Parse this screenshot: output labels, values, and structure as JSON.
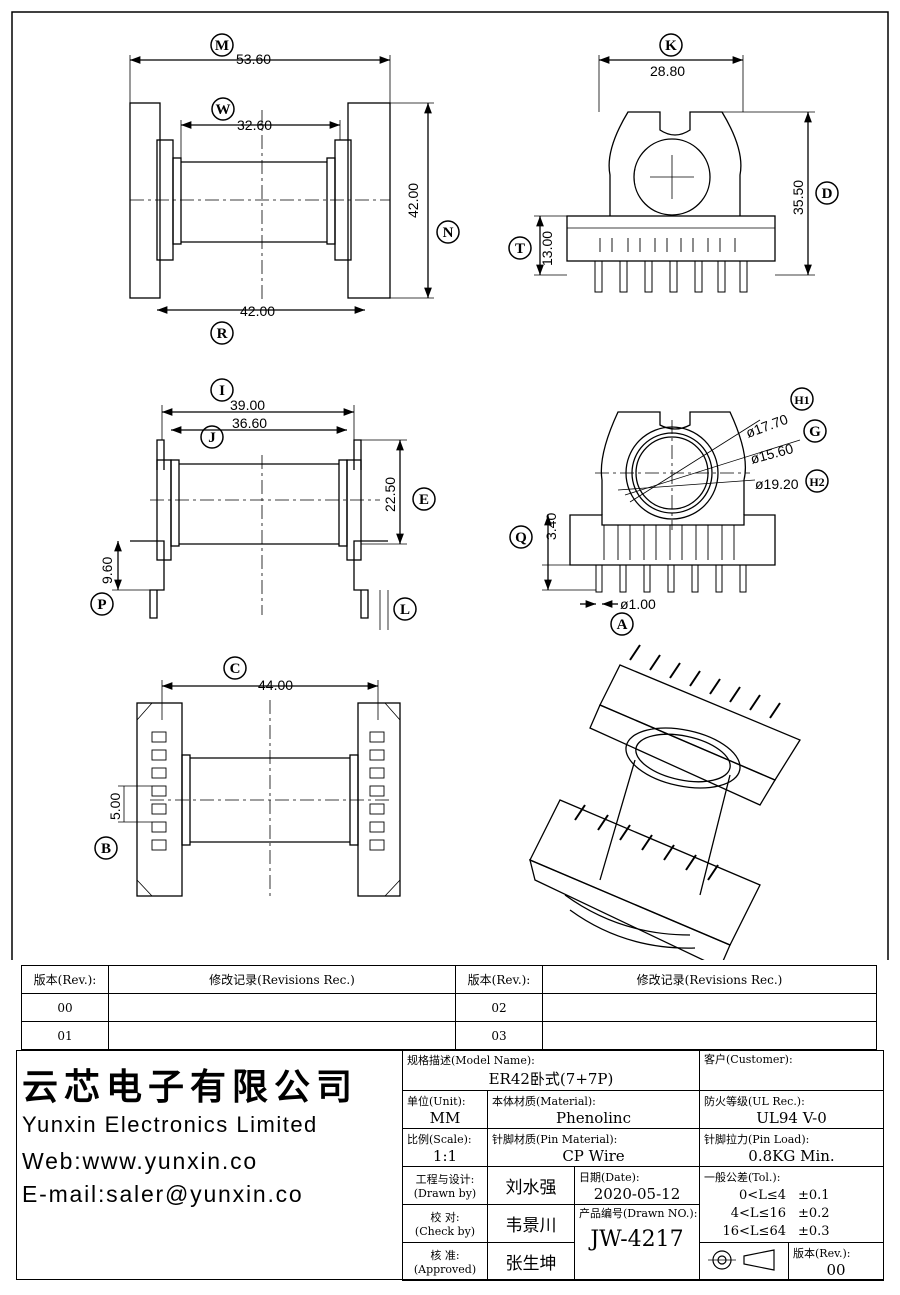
{
  "dimensions": {
    "M": "53.60",
    "W": "32.60",
    "N": "42.00",
    "R": "42.00",
    "K": "28.80",
    "D": "35.50",
    "T": "13.00",
    "I": "39.00",
    "J": "36.60",
    "E": "22.50",
    "P": "9.60",
    "H1": "ø17.70",
    "G": "ø15.60",
    "H2": "ø19.20",
    "Q": "3.40",
    "A": "ø1.00",
    "C": "44.00",
    "B": "5.00"
  },
  "labels": {
    "M": "M",
    "W": "W",
    "N": "N",
    "R": "R",
    "K": "K",
    "D": "D",
    "T": "T",
    "I": "I",
    "J": "J",
    "E": "E",
    "P": "P",
    "L": "L",
    "H1": "H1",
    "G": "G",
    "H2": "H2",
    "Q": "Q",
    "A": "A",
    "C": "C",
    "B": "B"
  },
  "revisions": {
    "header_rev": "版本(Rev.):",
    "header_rec": "修改记录(Revisions Rec.)",
    "rows": [
      {
        "left_rev": "00",
        "right_rev": "02"
      },
      {
        "left_rev": "01",
        "right_rev": "03"
      }
    ]
  },
  "company": {
    "name_cn": "云芯电子有限公司",
    "name_en": "Yunxin Electronics Limited",
    "web": "Web:www.yunxin.co",
    "email": "E-mail:saler@yunxin.co"
  },
  "title_block": {
    "model_label": "规格描述(Model Name):",
    "model_value": "ER42卧式(7+7P)",
    "customer_label": "客户(Customer):",
    "unit_label": "单位(Unit):",
    "unit_value": "MM",
    "material_label": "本体材质(Material):",
    "material_value": "Phenolinc",
    "ul_label": "防火等级(UL Rec.):",
    "ul_value": "UL94 V-0",
    "scale_label": "比例(Scale):",
    "scale_value": "1:1",
    "pin_material_label": "针脚材质(Pin Material):",
    "pin_material_value": "CP Wire",
    "pin_load_label": "针脚拉力(Pin Load):",
    "pin_load_value": "0.8KG Min.",
    "drawn_label_cn": "工程与设计:",
    "drawn_label_en": "(Drawn by)",
    "drawn_value": "刘水强",
    "check_label_cn": "校 对:",
    "check_label_en": "(Check by)",
    "check_value": "韦景川",
    "approved_label_cn": "核 准:",
    "approved_label_en": "(Approved)",
    "approved_value": "张生坤",
    "date_label": "日期(Date):",
    "date_value": "2020-05-12",
    "drawn_no_label": "产品编号(Drawn NO.):",
    "drawn_no_value": "JW-4217",
    "tol_label": "一般公差(Tol.):",
    "tol_rows": [
      {
        "range": "0<L≤4",
        "tol": "±0.1"
      },
      {
        "range": "4<L≤16",
        "tol": "±0.2"
      },
      {
        "range": "16<L≤64",
        "tol": "±0.3"
      }
    ],
    "rev_label": "版本(Rev.):",
    "rev_value": "00"
  }
}
